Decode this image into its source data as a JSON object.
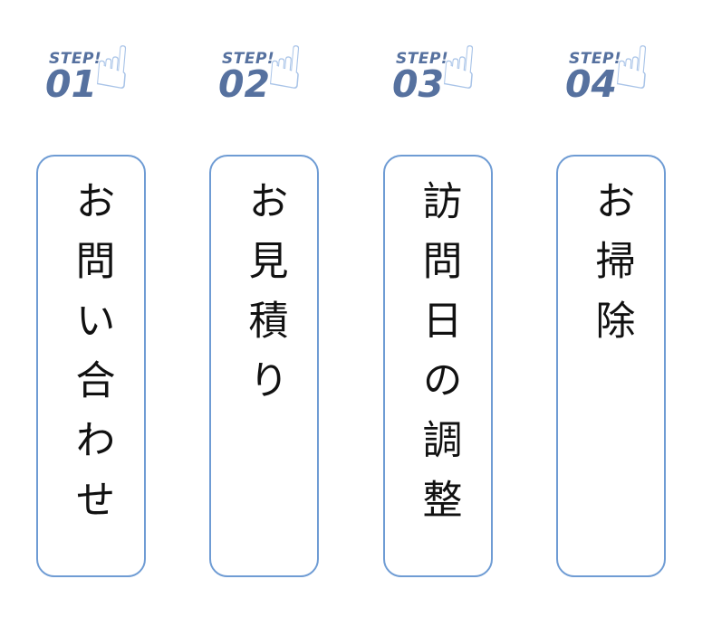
{
  "page": {
    "background": "#ffffff",
    "description_labels": {
      "step_word": "STEP!"
    }
  },
  "steps": [
    {
      "label": "STEP!",
      "number": "01",
      "title": "お問い合わせ"
    },
    {
      "label": "STEP!",
      "number": "02",
      "title": "お見積り"
    },
    {
      "label": "STEP!",
      "number": "03",
      "title": "訪問日の調整"
    },
    {
      "label": "STEP!",
      "number": "04",
      "title": "お掃除"
    }
  ],
  "icons": {
    "hand_glyph": "☝",
    "hand_name": "pointing-up-hand-icon"
  },
  "colors": {
    "step_text": "#56719f",
    "hand_icon": "#a9c4e8",
    "box_border": "#6f9cd4",
    "title_text": "#111111",
    "background": "#ffffff"
  }
}
